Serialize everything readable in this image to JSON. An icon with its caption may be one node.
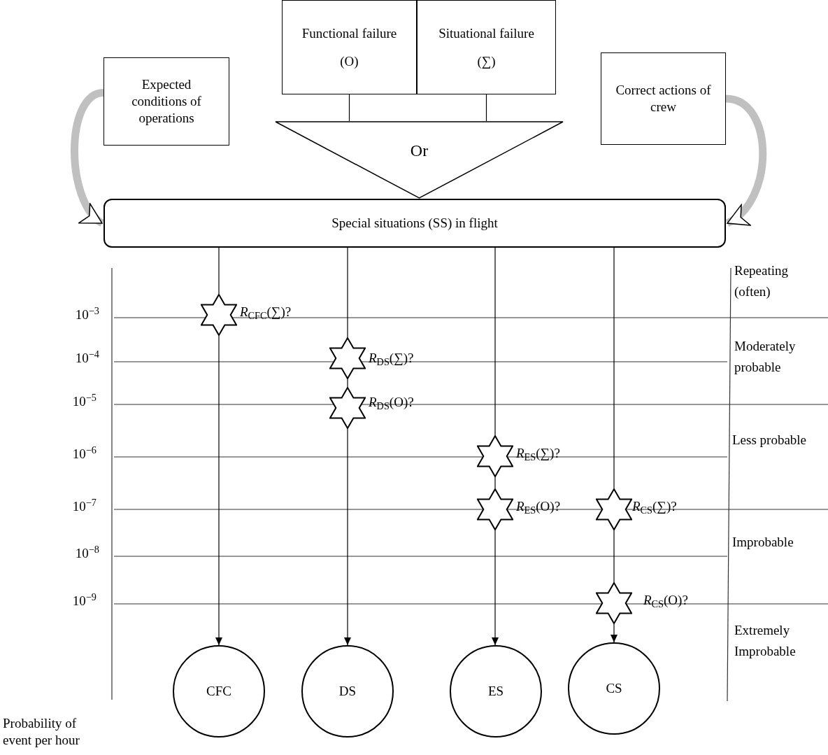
{
  "diagram": {
    "nodes": [
      {
        "text": [
          "Expected conditions of operations"
        ]
      },
      {
        "text": [
          "Functional failure",
          "(O)"
        ]
      },
      {
        "text": [
          "Situational failure",
          "(∑)"
        ]
      },
      {
        "text": [
          "Correct actions of crew"
        ]
      },
      {
        "text": [
          "Or"
        ]
      },
      {
        "text": [
          "Special situations (SS) in flight"
        ]
      },
      {
        "text": [],
        "shape": "star",
        "beside": [
          "*R*$_{CFC}$(∑)?"
        ]
      },
      {
        "text": [],
        "shape": "star",
        "beside": [
          "*R*$_{DS}$(∑)?"
        ]
      },
      {
        "text": [],
        "shape": "star",
        "beside": [
          "*R*$_{DS}$(O)?"
        ]
      },
      {
        "text": [],
        "shape": "star",
        "beside": [
          "*R*$_{ES}$(∑)?"
        ]
      },
      {
        "text": [],
        "shape": "star",
        "beside": [
          "*R*$_{ES}$(O)?"
        ]
      },
      {
        "text": [],
        "shape": "star",
        "beside": [
          "*R*$_{CS}$(∑)?"
        ]
      },
      {
        "text": [],
        "shape": "star",
        "beside": [
          "*R*$_{CS}$(O)?"
        ]
      },
      {
        "text": [
          "CFC"
        ]
      },
      {
        "text": [
          "DS"
        ]
      },
      {
        "text": [
          "ES"
        ]
      },
      {
        "text": [
          "CS"
        ]
      }
    ],
    "edges": [
      {
        "from": 0,
        "to": 5,
        "arrow": "to",
        "style": "thick",
        "color": "#c0c0c0"
      },
      {
        "from": 3,
        "to": 5,
        "arrow": "to",
        "style": "thick",
        "color": "#c0c0c0"
      },
      {
        "from": 1,
        "to": 4,
        "arrow": "none"
      },
      {
        "from": 2,
        "to": 4,
        "arrow": "none"
      },
      {
        "from": 5,
        "to": 6,
        "arrow": "none"
      },
      {
        "from": 6,
        "to": 13,
        "arrow": "to"
      },
      {
        "from": 5,
        "to": 7,
        "arrow": "none"
      },
      {
        "from": 7,
        "to": 8,
        "arrow": "none"
      },
      {
        "from": 8,
        "to": 14,
        "arrow": "to"
      },
      {
        "from": 5,
        "to": 9,
        "arrow": "none"
      },
      {
        "from": 9,
        "to": 10,
        "arrow": "none"
      },
      {
        "from": 10,
        "to": 15,
        "arrow": "to"
      },
      {
        "from": 5,
        "to": 11,
        "arrow": "none"
      },
      {
        "from": 11,
        "to": 12,
        "arrow": "none"
      },
      {
        "from": 12,
        "to": 16,
        "arrow": "to"
      }
    ],
    "labels": [
      "Repeating (often)",
      "10$^{−3}$",
      "Moderately probable",
      "10$^{−4}$",
      "10$^{−5}$",
      "Less probable",
      "10$^{−6}$",
      "10$^{−7}$",
      "Improbable",
      "10$^{−8}$",
      "10$^{−9}$",
      "Extremely Improbable",
      "Probability of event per hour"
    ]
  }
}
